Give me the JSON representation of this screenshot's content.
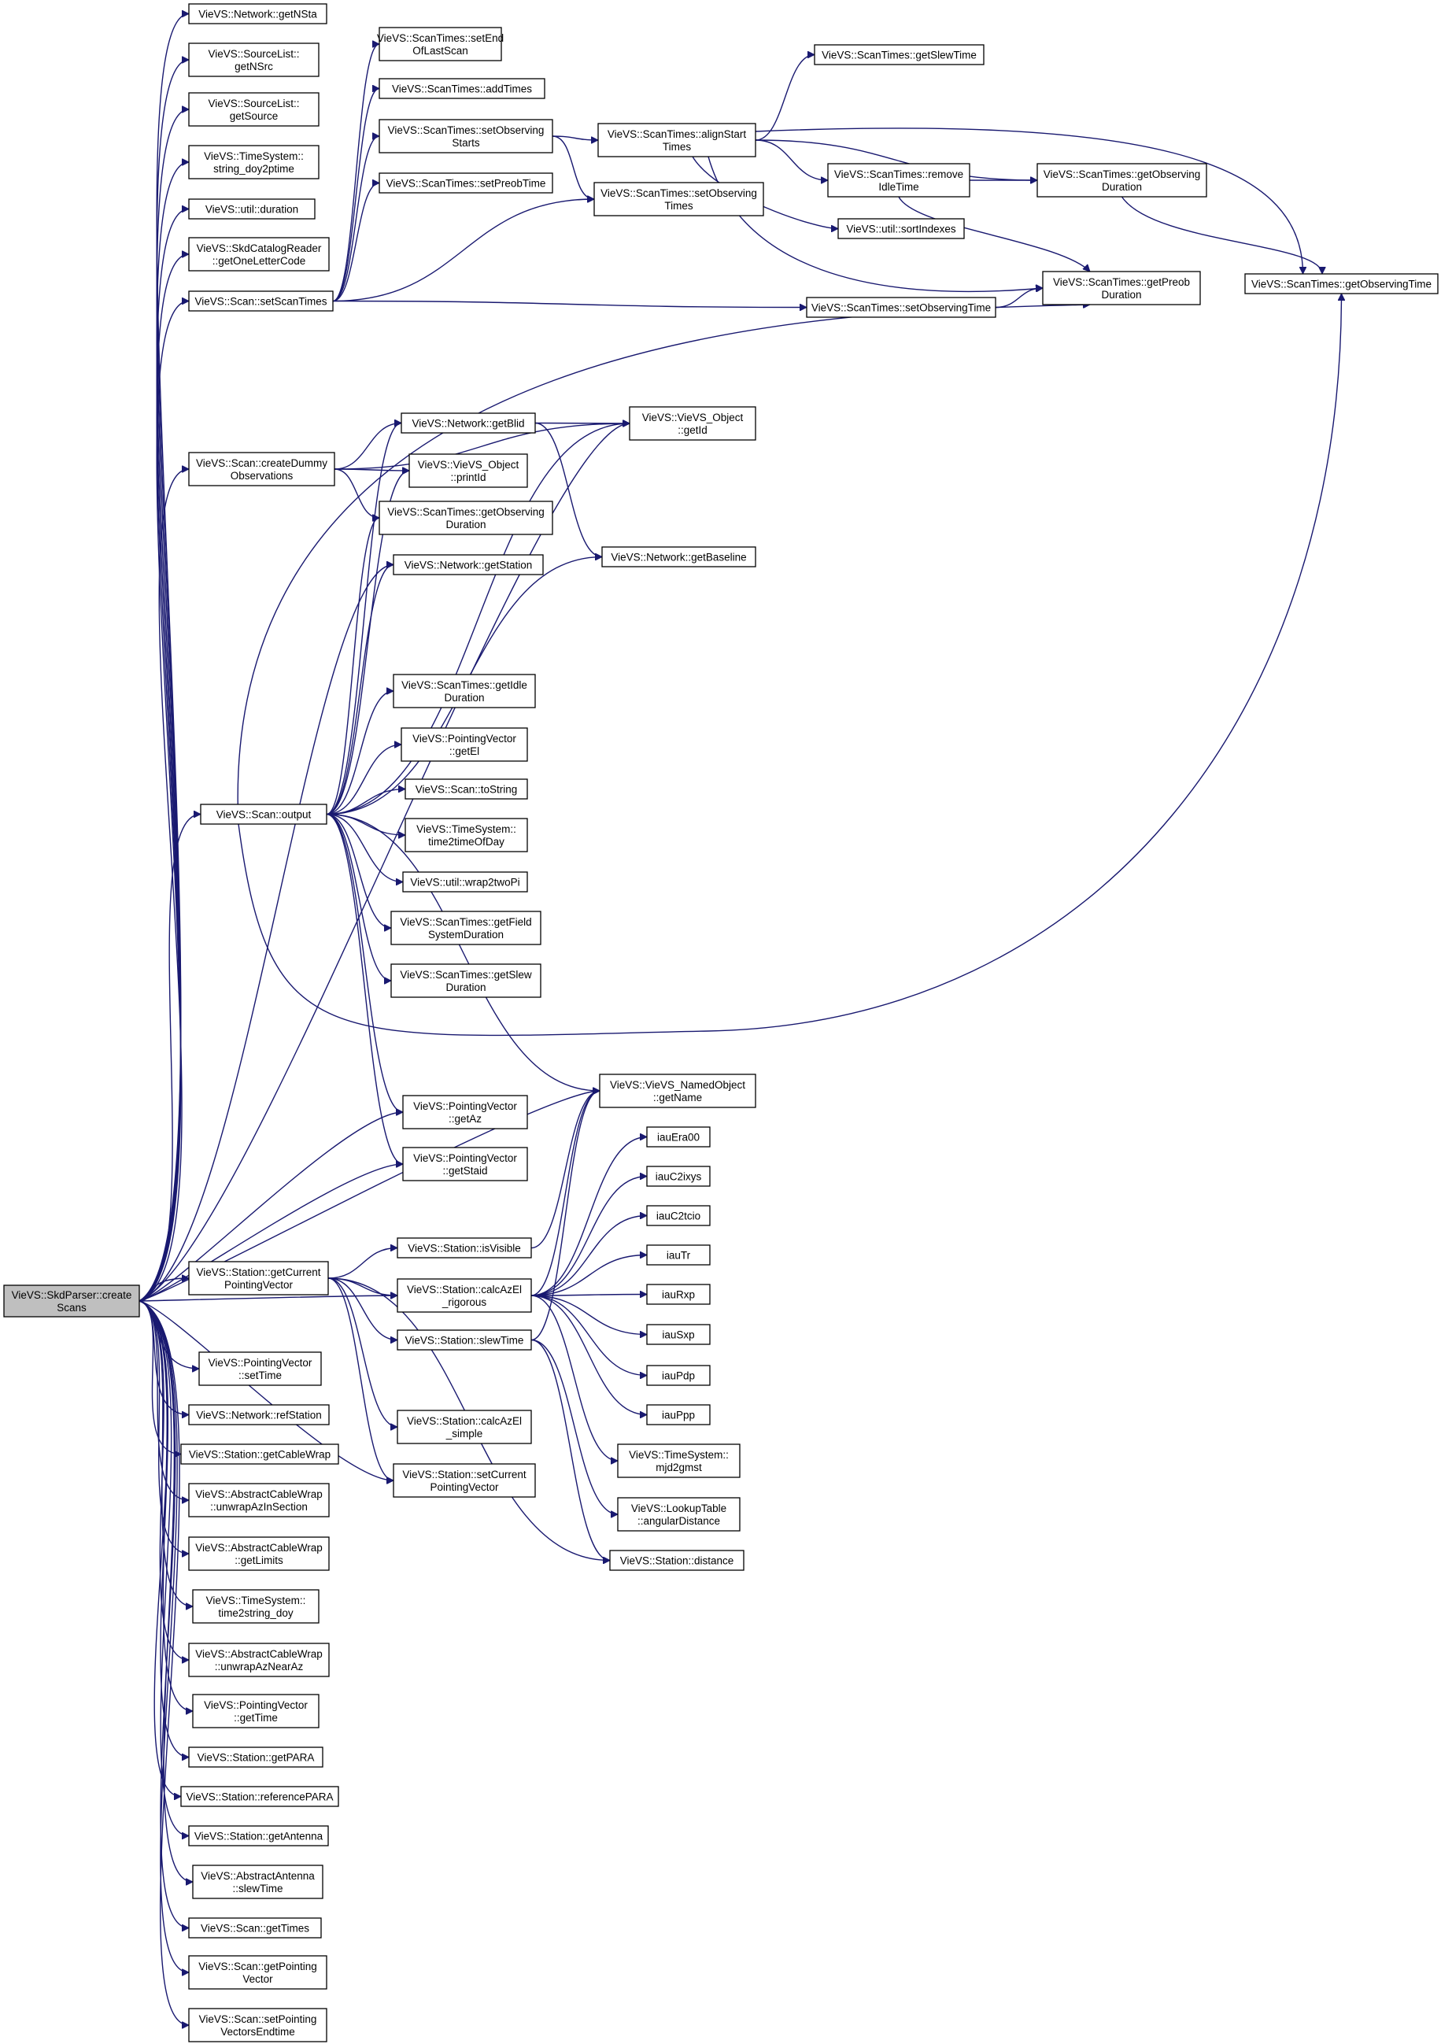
{
  "graph": {
    "root": {
      "id": "root",
      "lines": [
        "VieVS::SkdParser::create",
        "Scans"
      ]
    },
    "nodes": [
      {
        "id": "getNSta",
        "lines": [
          "VieVS::Network::getNSta"
        ]
      },
      {
        "id": "getNSrc",
        "lines": [
          "VieVS::SourceList::",
          "getNSrc"
        ]
      },
      {
        "id": "getSource",
        "lines": [
          "VieVS::SourceList::",
          "getSource"
        ]
      },
      {
        "id": "string_doy2ptime",
        "lines": [
          "VieVS::TimeSystem::",
          "string_doy2ptime"
        ]
      },
      {
        "id": "util_duration",
        "lines": [
          "VieVS::util::duration"
        ]
      },
      {
        "id": "getOneLetterCode",
        "lines": [
          "VieVS::SkdCatalogReader",
          "::getOneLetterCode"
        ]
      },
      {
        "id": "setScanTimes",
        "lines": [
          "VieVS::Scan::setScanTimes"
        ]
      },
      {
        "id": "setEndOfLastScan",
        "lines": [
          "VieVS::ScanTimes::setEnd",
          "OfLastScan"
        ]
      },
      {
        "id": "addTimes",
        "lines": [
          "VieVS::ScanTimes::addTimes"
        ]
      },
      {
        "id": "setObservingStarts",
        "lines": [
          "VieVS::ScanTimes::setObserving",
          "Starts"
        ]
      },
      {
        "id": "setPreobTime",
        "lines": [
          "VieVS::ScanTimes::setPreobTime"
        ]
      },
      {
        "id": "setObservingTimes",
        "lines": [
          "VieVS::ScanTimes::setObserving",
          "Times"
        ]
      },
      {
        "id": "getSlewTime",
        "lines": [
          "VieVS::ScanTimes::getSlewTime"
        ]
      },
      {
        "id": "alignStartTimes",
        "lines": [
          "VieVS::ScanTimes::alignStart",
          "Times"
        ]
      },
      {
        "id": "removeIdleTime",
        "lines": [
          "VieVS::ScanTimes::remove",
          "IdleTime"
        ]
      },
      {
        "id": "sortIndexes",
        "lines": [
          "VieVS::util::sortIndexes"
        ]
      },
      {
        "id": "getObservingDuration_r",
        "lines": [
          "VieVS::ScanTimes::getObserving",
          "Duration"
        ]
      },
      {
        "id": "getPreobDuration",
        "lines": [
          "VieVS::ScanTimes::getPreob",
          "Duration"
        ]
      },
      {
        "id": "setObservingTime",
        "lines": [
          "VieVS::ScanTimes::setObservingTime"
        ]
      },
      {
        "id": "getObservingTime",
        "lines": [
          "VieVS::ScanTimes::getObservingTime"
        ]
      },
      {
        "id": "createDummyObservations",
        "lines": [
          "VieVS::Scan::createDummy",
          "Observations"
        ]
      },
      {
        "id": "getBlid",
        "lines": [
          "VieVS::Network::getBlid"
        ]
      },
      {
        "id": "getId",
        "lines": [
          "VieVS::VieVS_Object",
          "::getId"
        ]
      },
      {
        "id": "printId",
        "lines": [
          "VieVS::VieVS_Object",
          "::printId"
        ]
      },
      {
        "id": "getObservingDuration_m",
        "lines": [
          "VieVS::ScanTimes::getObserving",
          "Duration"
        ]
      },
      {
        "id": "getBaseline",
        "lines": [
          "VieVS::Network::getBaseline"
        ]
      },
      {
        "id": "getStation",
        "lines": [
          "VieVS::Network::getStation"
        ]
      },
      {
        "id": "getIdleDuration",
        "lines": [
          "VieVS::ScanTimes::getIdle",
          "Duration"
        ]
      },
      {
        "id": "getEl",
        "lines": [
          "VieVS::PointingVector",
          "::getEl"
        ]
      },
      {
        "id": "toString",
        "lines": [
          "VieVS::Scan::toString"
        ]
      },
      {
        "id": "time2timeOfDay",
        "lines": [
          "VieVS::TimeSystem::",
          "time2timeOfDay"
        ]
      },
      {
        "id": "wrap2twoPi",
        "lines": [
          "VieVS::util::wrap2twoPi"
        ]
      },
      {
        "id": "getFieldSystemDuration",
        "lines": [
          "VieVS::ScanTimes::getField",
          "SystemDuration"
        ]
      },
      {
        "id": "getSlewDuration",
        "lines": [
          "VieVS::ScanTimes::getSlew",
          "Duration"
        ]
      },
      {
        "id": "output",
        "lines": [
          "VieVS::Scan::output"
        ]
      },
      {
        "id": "getName",
        "lines": [
          "VieVS::VieVS_NamedObject",
          "::getName"
        ]
      },
      {
        "id": "getAz",
        "lines": [
          "VieVS::PointingVector",
          "::getAz"
        ]
      },
      {
        "id": "getStaid",
        "lines": [
          "VieVS::PointingVector",
          "::getStaid"
        ]
      },
      {
        "id": "iauEra00",
        "lines": [
          "iauEra00"
        ]
      },
      {
        "id": "iauC2ixys",
        "lines": [
          "iauC2ixys"
        ]
      },
      {
        "id": "iauC2tcio",
        "lines": [
          "iauC2tcio"
        ]
      },
      {
        "id": "iauTr",
        "lines": [
          "iauTr"
        ]
      },
      {
        "id": "iauRxp",
        "lines": [
          "iauRxp"
        ]
      },
      {
        "id": "iauSxp",
        "lines": [
          "iauSxp"
        ]
      },
      {
        "id": "iauPdp",
        "lines": [
          "iauPdp"
        ]
      },
      {
        "id": "iauPpp",
        "lines": [
          "iauPpp"
        ]
      },
      {
        "id": "isVisible",
        "lines": [
          "VieVS::Station::isVisible"
        ]
      },
      {
        "id": "getCurrentPointingVector",
        "lines": [
          "VieVS::Station::getCurrent",
          "PointingVector"
        ]
      },
      {
        "id": "calcAzEl_rigorous",
        "lines": [
          "VieVS::Station::calcAzEl",
          "_rigorous"
        ]
      },
      {
        "id": "slewTime_station",
        "lines": [
          "VieVS::Station::slewTime"
        ]
      },
      {
        "id": "calcAzEl_simple",
        "lines": [
          "VieVS::Station::calcAzEl",
          "_simple"
        ]
      },
      {
        "id": "setCurrentPointingVector",
        "lines": [
          "VieVS::Station::setCurrent",
          "PointingVector"
        ]
      },
      {
        "id": "mjd2gmst",
        "lines": [
          "VieVS::TimeSystem::",
          "mjd2gmst"
        ]
      },
      {
        "id": "angularDistance",
        "lines": [
          "VieVS::LookupTable",
          "::angularDistance"
        ]
      },
      {
        "id": "distance",
        "lines": [
          "VieVS::Station::distance"
        ]
      },
      {
        "id": "pv_setTime",
        "lines": [
          "VieVS::PointingVector",
          "::setTime"
        ]
      },
      {
        "id": "refStation",
        "lines": [
          "VieVS::Network::refStation"
        ]
      },
      {
        "id": "getCableWrap",
        "lines": [
          "VieVS::Station::getCableWrap"
        ]
      },
      {
        "id": "unwrapAzInSection",
        "lines": [
          "VieVS::AbstractCableWrap",
          "::unwrapAzInSection"
        ]
      },
      {
        "id": "getLimits",
        "lines": [
          "VieVS::AbstractCableWrap",
          "::getLimits"
        ]
      },
      {
        "id": "time2string_doy",
        "lines": [
          "VieVS::TimeSystem::",
          "time2string_doy"
        ]
      },
      {
        "id": "unwrapAzNearAz",
        "lines": [
          "VieVS::AbstractCableWrap",
          "::unwrapAzNearAz"
        ]
      },
      {
        "id": "pv_getTime",
        "lines": [
          "VieVS::PointingVector",
          "::getTime"
        ]
      },
      {
        "id": "getPARA",
        "lines": [
          "VieVS::Station::getPARA"
        ]
      },
      {
        "id": "referencePARA",
        "lines": [
          "VieVS::Station::referencePARA"
        ]
      },
      {
        "id": "getAntenna",
        "lines": [
          "VieVS::Station::getAntenna"
        ]
      },
      {
        "id": "antenna_slewTime",
        "lines": [
          "VieVS::AbstractAntenna",
          "::slewTime"
        ]
      },
      {
        "id": "getTimes",
        "lines": [
          "VieVS::Scan::getTimes"
        ]
      },
      {
        "id": "getPointingVector",
        "lines": [
          "VieVS::Scan::getPointing",
          "Vector"
        ]
      },
      {
        "id": "setPointingVectorsEndtime",
        "lines": [
          "VieVS::Scan::setPointing",
          "VectorsEndtime"
        ]
      }
    ],
    "edges": [
      [
        "root",
        "getNSta"
      ],
      [
        "root",
        "getNSrc"
      ],
      [
        "root",
        "getSource"
      ],
      [
        "root",
        "string_doy2ptime"
      ],
      [
        "root",
        "util_duration"
      ],
      [
        "root",
        "getOneLetterCode"
      ],
      [
        "root",
        "setScanTimes"
      ],
      [
        "root",
        "getId"
      ],
      [
        "root",
        "createDummyObservations"
      ],
      [
        "root",
        "getStation"
      ],
      [
        "root",
        "output"
      ],
      [
        "root",
        "getAz"
      ],
      [
        "root",
        "getStaid"
      ],
      [
        "root",
        "getName"
      ],
      [
        "root",
        "getCurrentPointingVector"
      ],
      [
        "root",
        "calcAzEl_rigorous"
      ],
      [
        "root",
        "setCurrentPointingVector"
      ],
      [
        "root",
        "pv_setTime"
      ],
      [
        "root",
        "refStation"
      ],
      [
        "root",
        "getCableWrap"
      ],
      [
        "root",
        "unwrapAzInSection"
      ],
      [
        "root",
        "getLimits"
      ],
      [
        "root",
        "time2string_doy"
      ],
      [
        "root",
        "unwrapAzNearAz"
      ],
      [
        "root",
        "pv_getTime"
      ],
      [
        "root",
        "getPARA"
      ],
      [
        "root",
        "referencePARA"
      ],
      [
        "root",
        "getAntenna"
      ],
      [
        "root",
        "antenna_slewTime"
      ],
      [
        "root",
        "getTimes"
      ],
      [
        "root",
        "getPointingVector"
      ],
      [
        "root",
        "setPointingVectorsEndtime"
      ],
      [
        "setScanTimes",
        "setEndOfLastScan"
      ],
      [
        "setScanTimes",
        "addTimes"
      ],
      [
        "setScanTimes",
        "setObservingStarts"
      ],
      [
        "setScanTimes",
        "setPreobTime"
      ],
      [
        "setScanTimes",
        "setObservingTimes"
      ],
      [
        "setScanTimes",
        "setObservingTime"
      ],
      [
        "setObservingStarts",
        "alignStartTimes"
      ],
      [
        "setObservingStarts",
        "setObservingTimes"
      ],
      [
        "alignStartTimes",
        "getSlewTime"
      ],
      [
        "alignStartTimes",
        "removeIdleTime"
      ],
      [
        "alignStartTimes",
        "getObservingDuration_r"
      ],
      [
        "alignStartTimes",
        "sortIndexes"
      ],
      [
        "alignStartTimes",
        "getPreobDuration"
      ],
      [
        "alignStartTimes",
        "getObservingTime"
      ],
      [
        "removeIdleTime",
        "getObservingDuration_r"
      ],
      [
        "removeIdleTime",
        "getPreobDuration"
      ],
      [
        "getObservingDuration_r",
        "getObservingTime"
      ],
      [
        "setObservingTime",
        "getPreobDuration"
      ],
      [
        "createDummyObservations",
        "getId"
      ],
      [
        "createDummyObservations",
        "getBlid"
      ],
      [
        "createDummyObservations",
        "printId"
      ],
      [
        "createDummyObservations",
        "getObservingDuration_m"
      ],
      [
        "getBlid",
        "getId"
      ],
      [
        "getBlid",
        "getBaseline"
      ],
      [
        "output",
        "getPreobDuration"
      ],
      [
        "output",
        "getObservingTime"
      ],
      [
        "output",
        "getBlid"
      ],
      [
        "output",
        "printId"
      ],
      [
        "output",
        "getObservingDuration_m"
      ],
      [
        "output",
        "getStation"
      ],
      [
        "output",
        "getId"
      ],
      [
        "output",
        "getBaseline"
      ],
      [
        "output",
        "getIdleDuration"
      ],
      [
        "output",
        "getEl"
      ],
      [
        "output",
        "toString"
      ],
      [
        "output",
        "time2timeOfDay"
      ],
      [
        "output",
        "wrap2twoPi"
      ],
      [
        "output",
        "getFieldSystemDuration"
      ],
      [
        "output",
        "getSlewDuration"
      ],
      [
        "output",
        "getName"
      ],
      [
        "output",
        "getAz"
      ],
      [
        "output",
        "getStaid"
      ],
      [
        "getCurrentPointingVector",
        "isVisible"
      ],
      [
        "getCurrentPointingVector",
        "calcAzEl_rigorous"
      ],
      [
        "getCurrentPointingVector",
        "slewTime_station"
      ],
      [
        "getCurrentPointingVector",
        "calcAzEl_simple"
      ],
      [
        "getCurrentPointingVector",
        "setCurrentPointingVector"
      ],
      [
        "getCurrentPointingVector",
        "distance"
      ],
      [
        "isVisible",
        "getName"
      ],
      [
        "calcAzEl_rigorous",
        "getName"
      ],
      [
        "calcAzEl_rigorous",
        "iauEra00"
      ],
      [
        "calcAzEl_rigorous",
        "iauC2ixys"
      ],
      [
        "calcAzEl_rigorous",
        "iauC2tcio"
      ],
      [
        "calcAzEl_rigorous",
        "iauTr"
      ],
      [
        "calcAzEl_rigorous",
        "iauRxp"
      ],
      [
        "calcAzEl_rigorous",
        "iauSxp"
      ],
      [
        "calcAzEl_rigorous",
        "iauPdp"
      ],
      [
        "calcAzEl_rigorous",
        "iauPpp"
      ],
      [
        "calcAzEl_rigorous",
        "mjd2gmst"
      ],
      [
        "slewTime_station",
        "getName"
      ],
      [
        "slewTime_station",
        "angularDistance"
      ],
      [
        "slewTime_station",
        "distance"
      ]
    ]
  }
}
